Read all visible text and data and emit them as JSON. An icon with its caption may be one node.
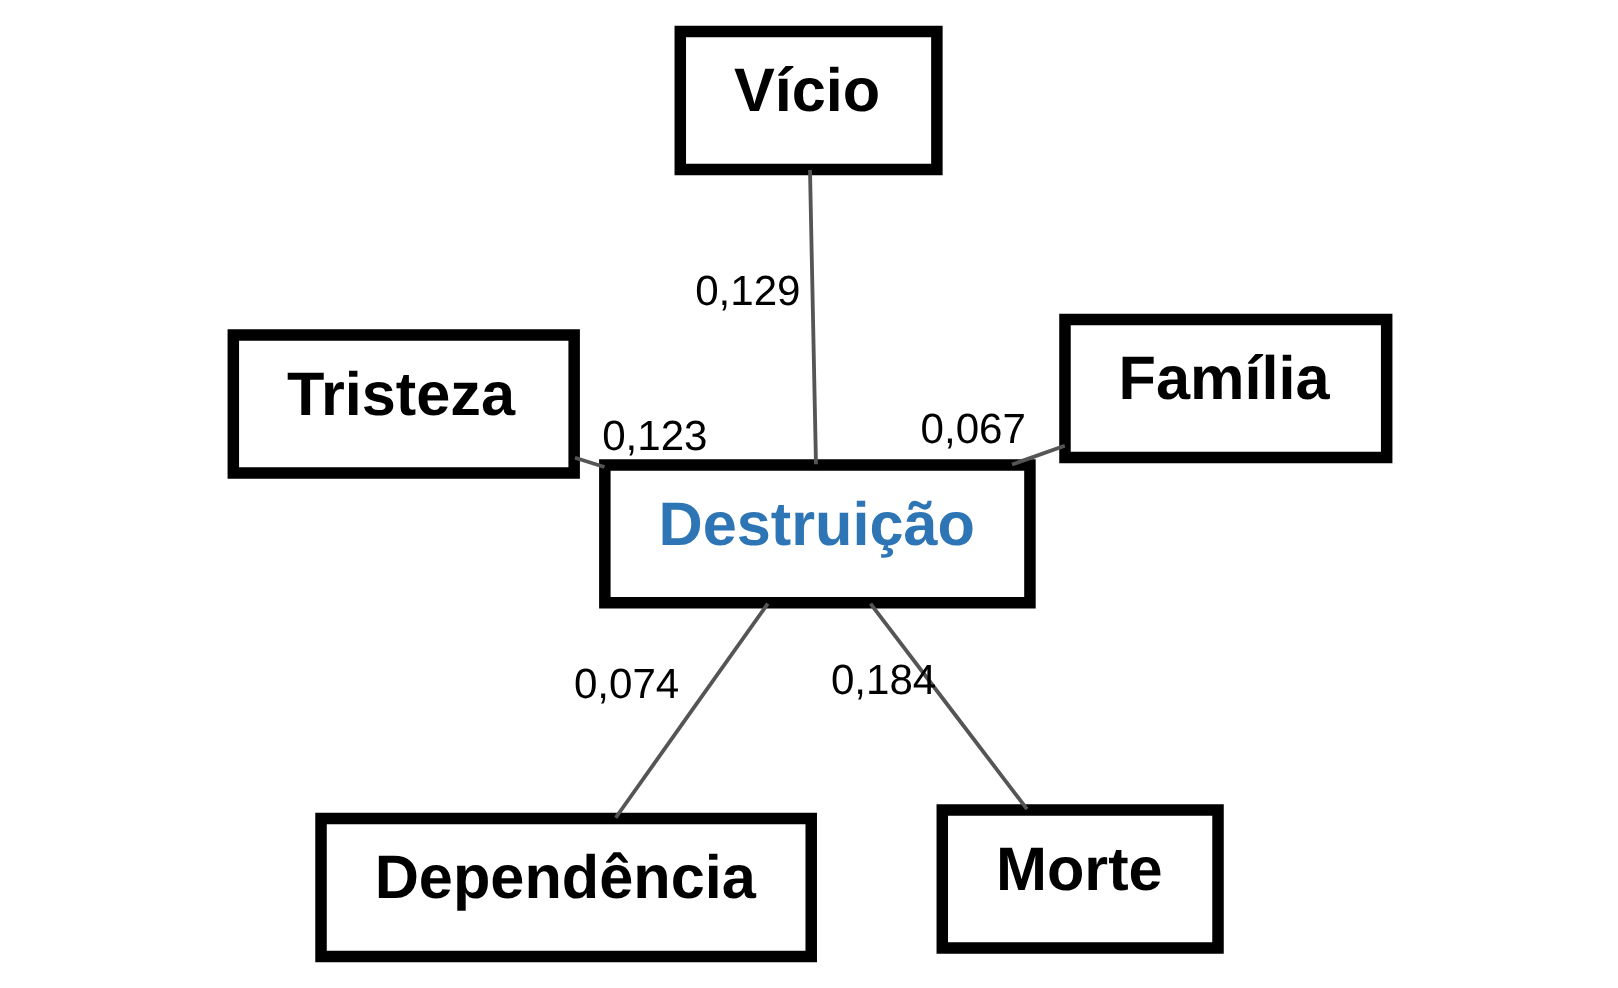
{
  "diagram": {
    "nodes": [
      {
        "text": [
          "Dependência"
        ]
      },
      {
        "text": [
          "Morte"
        ]
      },
      {
        "text": [
          "Destruição"
        ]
      },
      {
        "text": [
          "Vício"
        ]
      },
      {
        "text": [
          "Família"
        ]
      },
      {
        "text": [
          "Tristeza"
        ]
      }
    ],
    "edges": [
      {
        "from": 2,
        "to": 0,
        "arrow": "none",
        "label": "0,074"
      },
      {
        "from": 1,
        "to": 2,
        "arrow": "none",
        "label": "0,184"
      },
      {
        "from": 2,
        "to": 3,
        "arrow": "none",
        "label": "0,129"
      },
      {
        "from": 2,
        "to": 4,
        "arrow": "none",
        "label": "0,067"
      },
      {
        "from": 2,
        "to": 5,
        "arrow": "none",
        "label": "0,123"
      }
    ]
  }
}
